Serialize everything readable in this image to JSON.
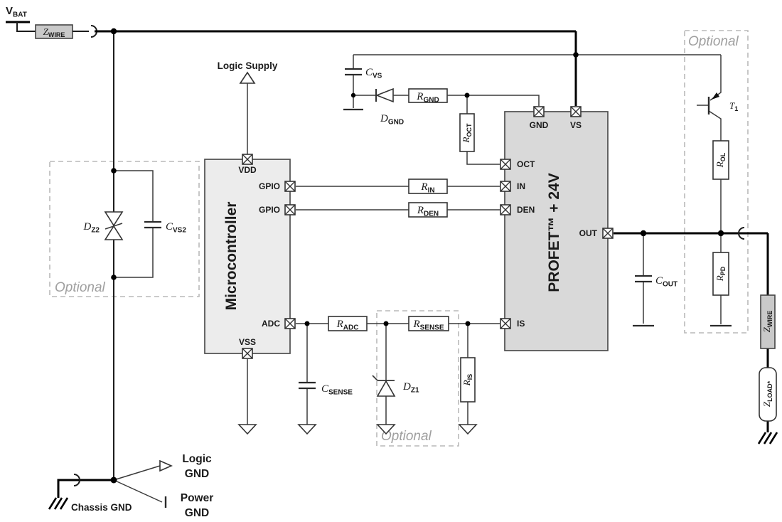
{
  "colors": {
    "mcu_fill": "#ececec",
    "profet_fill": "#d9d9d9",
    "zwire_fill": "#c9c9c9",
    "wire": "#000000",
    "optional_gray": "#9f9f9f"
  },
  "components": {
    "vbat": {
      "main": "V",
      "sub": "BAT"
    },
    "zwire_supply": {
      "main": "Z",
      "sub": "WIRE"
    },
    "cvs": {
      "main": "C",
      "sub": "VS"
    },
    "dgnd": {
      "main": "D",
      "sub": "GND"
    },
    "rgnd": {
      "main": "R",
      "sub": "GND"
    },
    "roct": {
      "main": "R",
      "sub": "OCT"
    },
    "rin": {
      "main": "R",
      "sub": "IN"
    },
    "rden": {
      "main": "R",
      "sub": "DEN"
    },
    "radc": {
      "main": "R",
      "sub": "ADC"
    },
    "rsense": {
      "main": "R",
      "sub": "SENSE"
    },
    "csense": {
      "main": "C",
      "sub": "SENSE"
    },
    "dz1": {
      "main": "D",
      "sub": "Z1"
    },
    "ris": {
      "main": "R",
      "sub": "IS"
    },
    "dz2": {
      "main": "D",
      "sub": "Z2"
    },
    "cvs2": {
      "main": "C",
      "sub": "VS2"
    },
    "cout": {
      "main": "C",
      "sub": "OUT"
    },
    "t1": {
      "main": "T",
      "sub": "1"
    },
    "rol": {
      "main": "R",
      "sub": "OL"
    },
    "rpd": {
      "main": "R",
      "sub": "PD"
    },
    "zwire_load": {
      "main": "Z",
      "sub": "WIRE"
    },
    "zload": {
      "main": "Z",
      "sub": "LOAD*"
    }
  },
  "blocks": {
    "microcontroller": {
      "label": "Microcontroller",
      "pins": {
        "vdd": "VDD",
        "gpio1": "GPIO",
        "gpio2": "GPIO",
        "adc": "ADC",
        "vss": "VSS"
      }
    },
    "profet": {
      "label": "PROFET™ + 24V",
      "pins": {
        "gnd": "GND",
        "vs": "VS",
        "oct": "OCT",
        "in": "IN",
        "den": "DEN",
        "out": "OUT",
        "is": "IS"
      }
    }
  },
  "annotations": {
    "logic_supply": "Logic Supply",
    "optional_left": "Optional",
    "optional_middle": "Optional",
    "optional_right": "Optional",
    "chassis_gnd": "Chassis GND",
    "logic_gnd_line1": "Logic",
    "logic_gnd_line2": "GND",
    "power_gnd_line1": "Power",
    "power_gnd_line2": "GND"
  }
}
